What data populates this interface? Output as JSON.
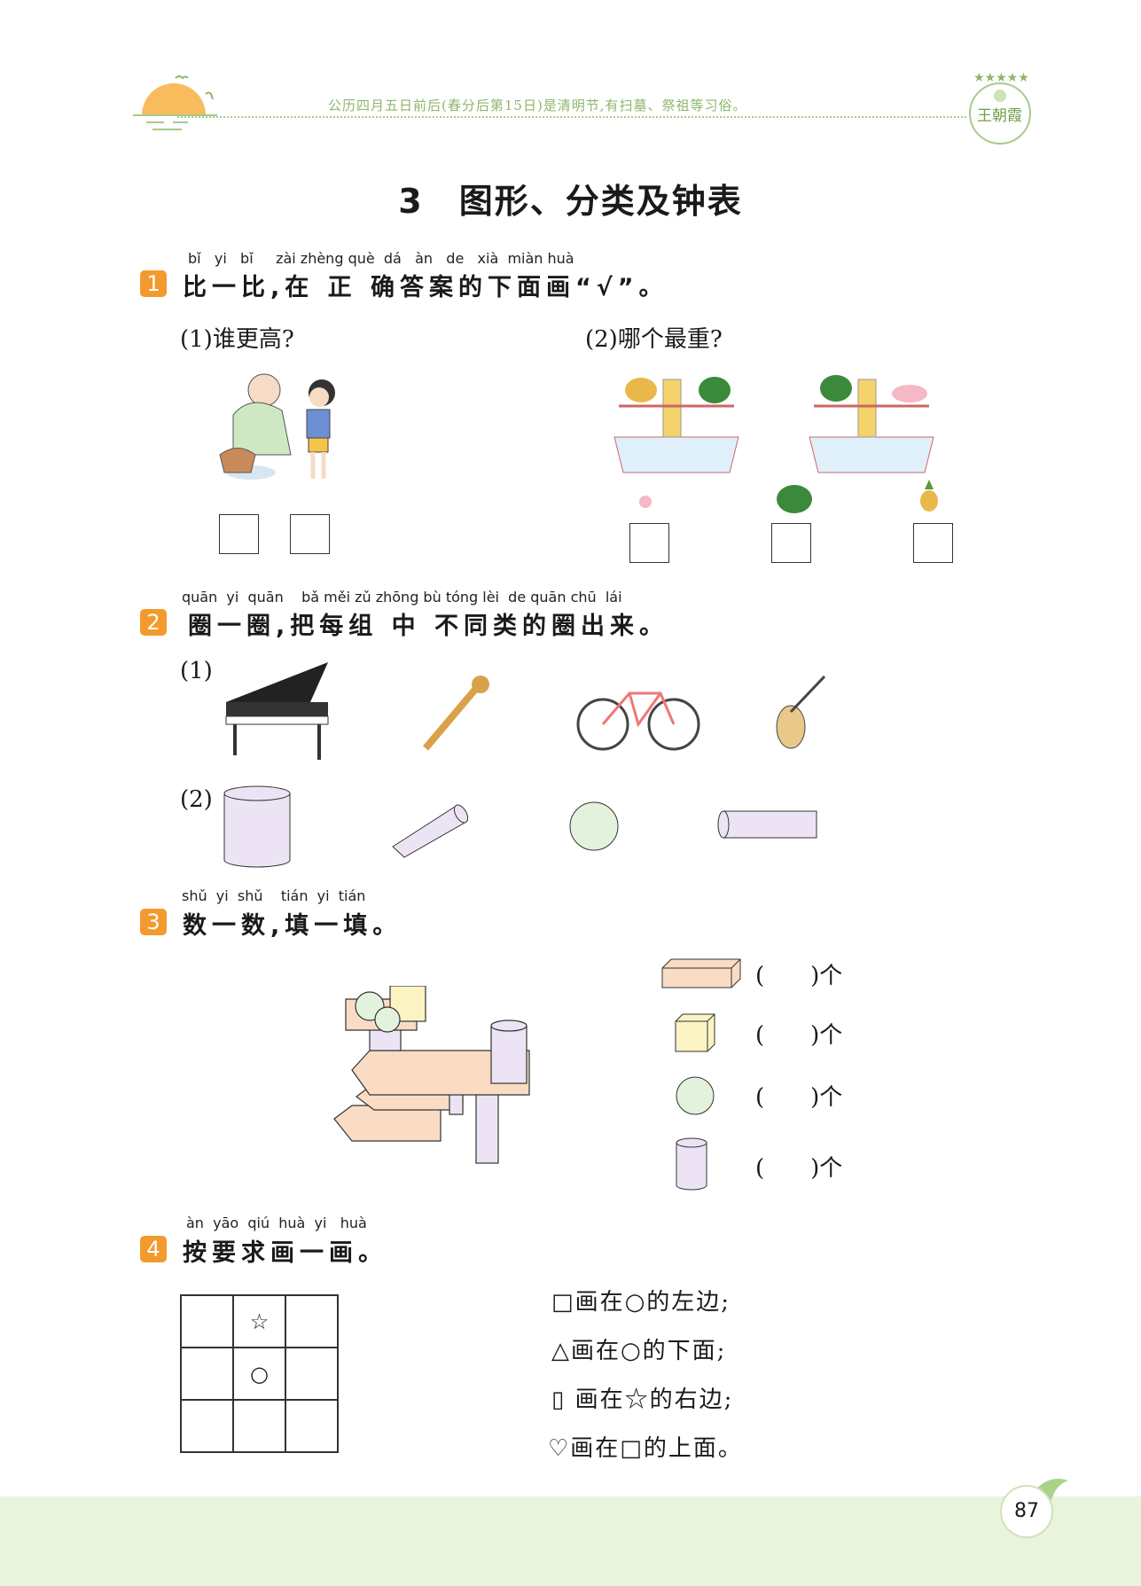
{
  "header": {
    "tip": "公历四月五日前后(春分后第15日)是清明节,有扫墓、祭祖等习俗。",
    "logo_text": "王朝霞"
  },
  "title": "3　图形、分类及钟表",
  "q1": {
    "number": "1",
    "pinyin": "bǐ   yi   bǐ     zài zhèng què  dá   àn   de   xià  miàn huà",
    "text": "比一比,在 正 确答案的下面画“√”。",
    "part1": "(1)谁更高?",
    "part2": "(2)哪个最重?"
  },
  "q2": {
    "number": "2",
    "pinyin": "quān  yi  quān    bǎ měi zǔ zhōng bù tóng lèi  de quān chū  lái",
    "text": "圈一圈,把每组 中 不同类的圈出来。",
    "part1": "(1)",
    "part2": "(2)"
  },
  "q3": {
    "number": "3",
    "pinyin": "shǔ  yi  shǔ    tián  yi  tián",
    "text": "数一数,填一填。",
    "rows": [
      {
        "label": "(　　)个",
        "shape": "cuboid"
      },
      {
        "label": "(　　)个",
        "shape": "cube"
      },
      {
        "label": "(　　)个",
        "shape": "sphere"
      },
      {
        "label": "(　　)个",
        "shape": "cylinder"
      }
    ]
  },
  "q4": {
    "number": "4",
    "pinyin": "àn  yāo  qiú  huà  yi   huà",
    "text": "按要求画一画。",
    "grid": [
      [
        "",
        "☆",
        ""
      ],
      [
        "",
        "○",
        ""
      ],
      [
        "",
        "",
        ""
      ]
    ],
    "instructions": [
      "□画在○的左边;",
      "△画在○的下面;",
      "▯ 画在☆的右边;",
      "♡画在□的上面。"
    ]
  },
  "page_number": "87",
  "colors": {
    "accent": "#f39a2e",
    "green": "#8fb56a",
    "footer": "#eaf3dc"
  }
}
